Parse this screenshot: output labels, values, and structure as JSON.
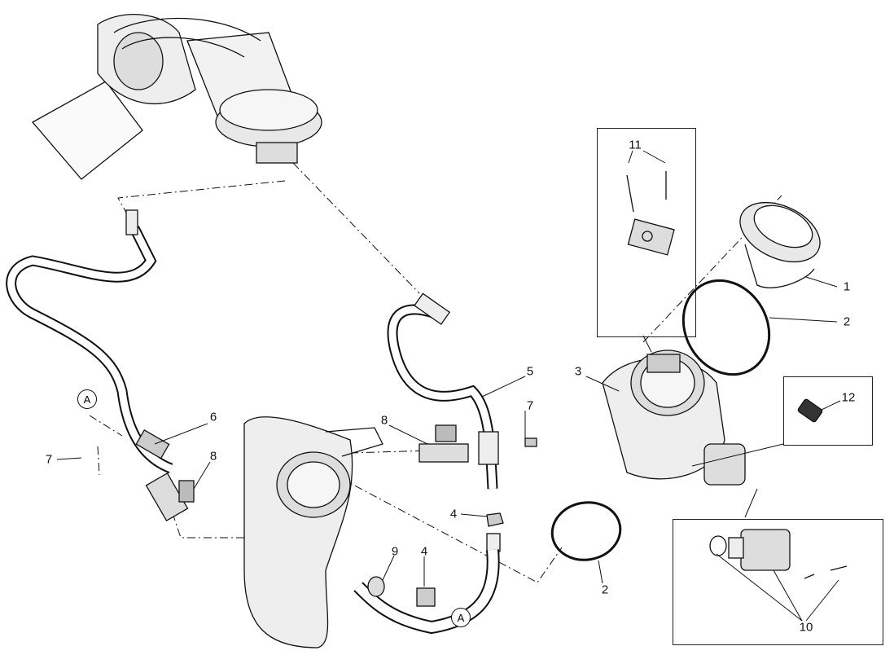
{
  "diagram": {
    "type": "exploded-parts-view",
    "callouts": {
      "c1": "1",
      "c2a": "2",
      "c2b": "2",
      "c3": "3",
      "c4a": "4",
      "c4b": "4",
      "c5": "5",
      "c6": "6",
      "c7a": "7",
      "c7b": "7",
      "c8a": "8",
      "c8b": "8",
      "c9": "9",
      "c10": "10",
      "c11": "11",
      "c12": "12",
      "refA1": "A",
      "refA2": "A"
    }
  }
}
